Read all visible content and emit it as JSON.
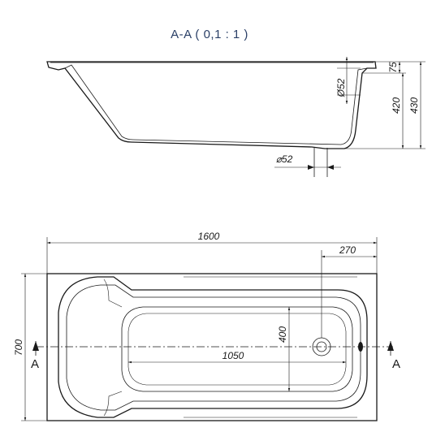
{
  "section_title": "A-A ( 0,1 : 1 )",
  "section_view": {
    "dim_75": "75",
    "dim_420": "420",
    "dim_430": "430",
    "dim_d52_vertical": "Ø52",
    "dim_d52_drain": "⌀52"
  },
  "plan_view": {
    "dim_1600": "1600",
    "dim_270": "270",
    "dim_700": "700",
    "dim_400": "400",
    "dim_1050": "1050",
    "section_mark_left": "A",
    "section_mark_right": "A"
  }
}
